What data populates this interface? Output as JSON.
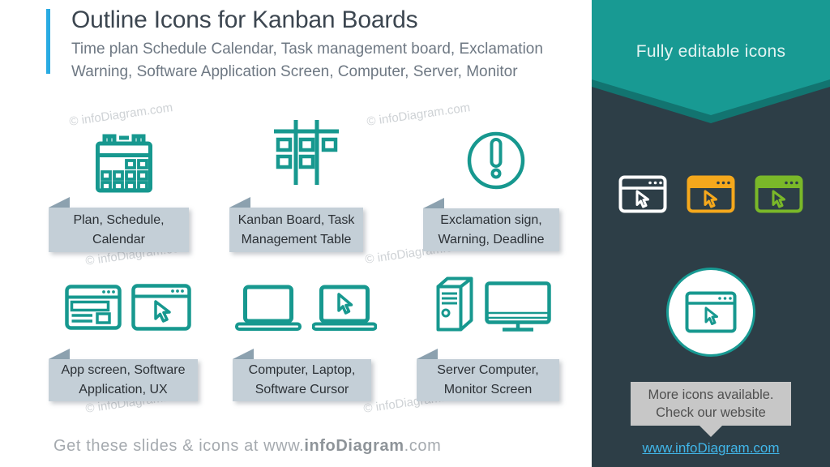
{
  "header": {
    "title": "Outline Icons for Kanban Boards",
    "subtitle_line1": "Time plan Schedule Calendar, Task management board, Exclamation",
    "subtitle_line2": "Warning, Software Application Screen, Computer, Server, Monitor"
  },
  "watermark": "© infoDiagram.com",
  "cards": [
    {
      "id": "calendar",
      "line1": "Plan, Schedule,",
      "line2": "Calendar"
    },
    {
      "id": "kanban-board",
      "line1": "Kanban Board, Task",
      "line2": "Management Table"
    },
    {
      "id": "exclamation",
      "line1": "Exclamation sign,",
      "line2": "Warning, Deadline"
    },
    {
      "id": "app-screen",
      "line1": "App screen, Software",
      "line2": "Application, UX"
    },
    {
      "id": "laptop",
      "line1": "Computer, Laptop,",
      "line2": "Software Cursor"
    },
    {
      "id": "server-monitor",
      "line1": "Server Computer,",
      "line2": "Monitor Screen"
    }
  ],
  "footer": {
    "prefix": "Get these slides & icons at www.",
    "brand": "infoDiagram",
    "suffix": ".com"
  },
  "sidebar": {
    "banner_label": "Fully editable icons",
    "editable_icon_colors": [
      "#FFFFFF",
      "#F5A81C",
      "#7AB829"
    ],
    "bubble_line1": "More icons available.",
    "bubble_line2": "Check our website",
    "website_link": "www.infoDiagram.com"
  },
  "colors": {
    "icon_teal": "#17988F",
    "banner_teal": "#189A93",
    "banner_teal_shadow": "#127470",
    "accent_blue": "#29ABE2",
    "panel_dark": "#2D3E47",
    "label_box": "#C4CFD7",
    "label_fold": "#8CA1AF",
    "link_blue": "#41B6E9"
  }
}
